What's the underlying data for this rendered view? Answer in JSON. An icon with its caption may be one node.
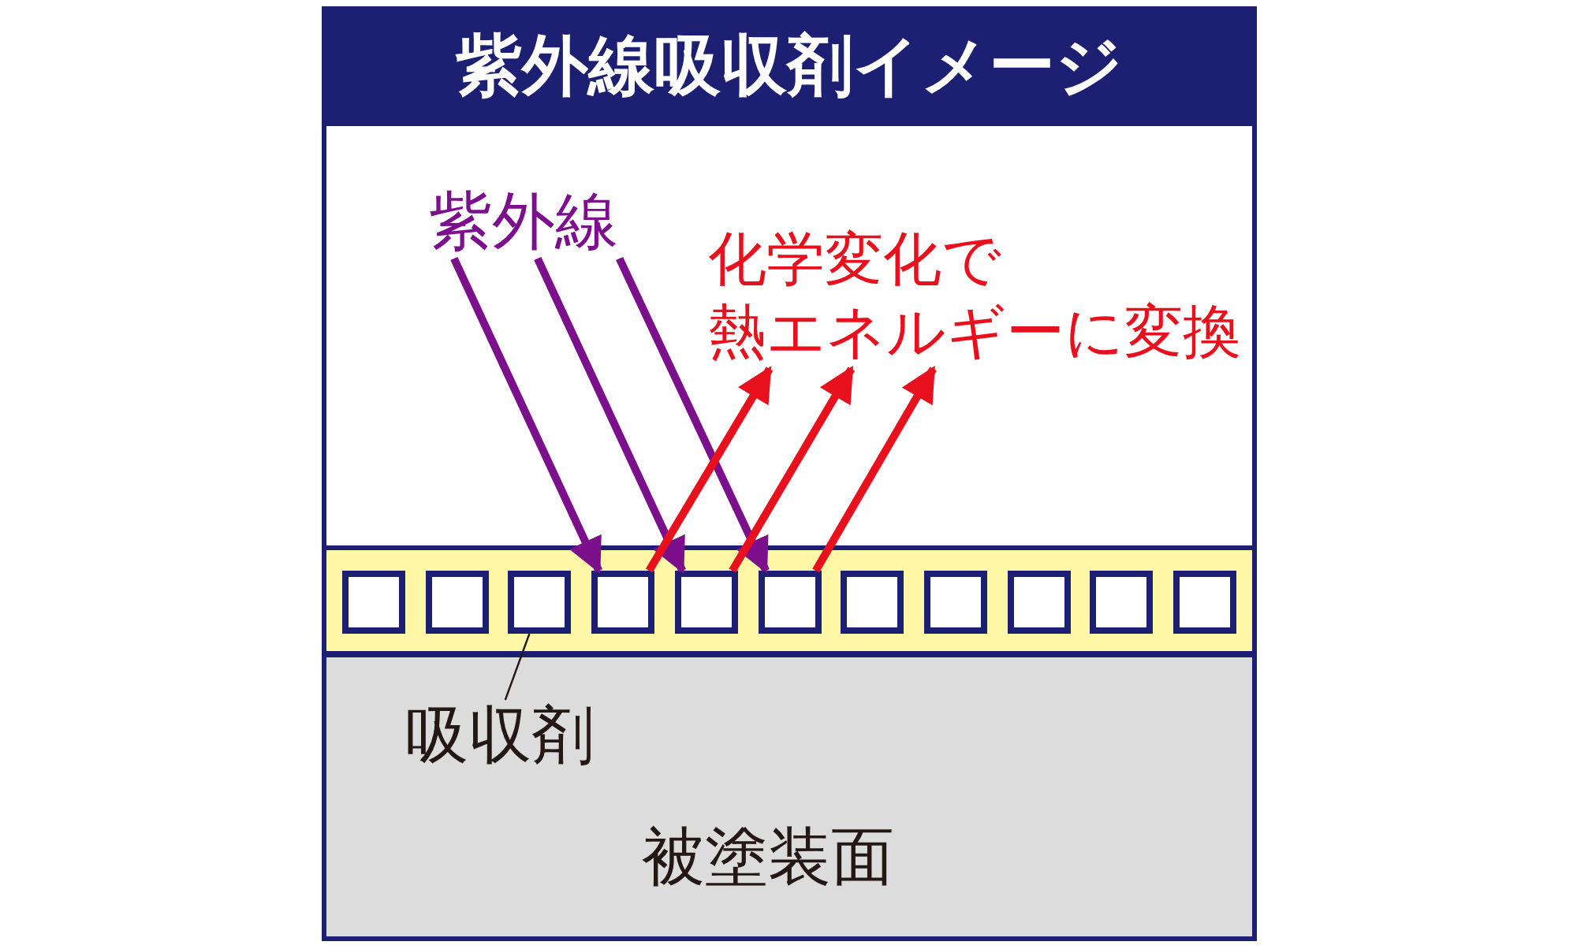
{
  "diagram": {
    "title": "紫外線吸収剤イメージ",
    "nodes": [
      {
        "text": [
          "紫外線"
        ]
      },
      {
        "text": [
          "化学変化で",
          "熱エネルギーに変換"
        ]
      },
      {
        "text": [],
        "shape": "bar"
      },
      {
        "text": [],
        "shape": "box",
        "in": 2
      },
      {
        "text": [],
        "shape": "box",
        "in": 2
      },
      {
        "text": [],
        "shape": "box",
        "in": 2
      },
      {
        "text": [],
        "shape": "box",
        "in": 2
      },
      {
        "text": [],
        "shape": "box",
        "in": 2
      },
      {
        "text": [],
        "shape": "box",
        "in": 2
      },
      {
        "text": [],
        "shape": "box",
        "in": 2
      },
      {
        "text": [],
        "shape": "box",
        "in": 2
      },
      {
        "text": [],
        "shape": "box",
        "in": 2
      },
      {
        "text": [],
        "shape": "box",
        "in": 2
      },
      {
        "text": [],
        "shape": "box",
        "in": 2
      },
      {
        "text": [
          "被塗装面"
        ]
      },
      {
        "text": [
          "吸収剤"
        ],
        "in": 14
      }
    ],
    "edges": [
      {
        "from": 0,
        "to": 6,
        "arrow": "to",
        "color": "#7b0f8c"
      },
      {
        "from": 0,
        "to": 7,
        "arrow": "to",
        "color": "#7b0f8c"
      },
      {
        "from": 0,
        "to": 8,
        "arrow": "to",
        "color": "#7b0f8c"
      },
      {
        "from": 6,
        "to": 1,
        "arrow": "to",
        "color": "#e8101c"
      },
      {
        "from": 7,
        "to": 1,
        "arrow": "to",
        "color": "#e8101c"
      },
      {
        "from": 8,
        "to": 1,
        "arrow": "to",
        "color": "#e8101c"
      },
      {
        "from": 15,
        "to": 5,
        "arrow": "none",
        "color": "#231815"
      }
    ]
  }
}
